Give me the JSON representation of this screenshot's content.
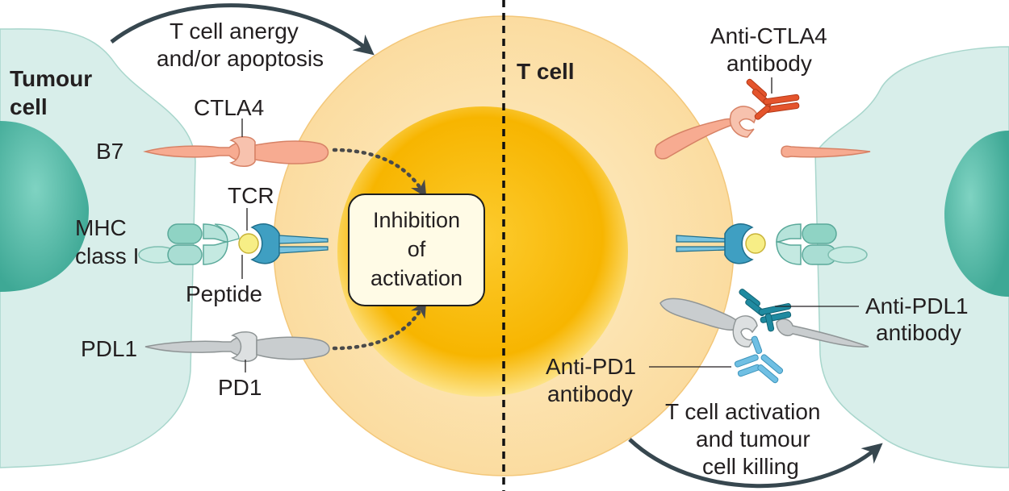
{
  "left_panel": {
    "tumour_cell_line1": "Tumour",
    "tumour_cell_line2": "cell",
    "anergy_line1": "T cell anergy",
    "anergy_line2": "and/or apoptosis",
    "ctla4": "CTLA4",
    "b7": "B7",
    "tcr": "TCR",
    "mhc_line1": "MHC",
    "mhc_line2": "class I",
    "peptide": "Peptide",
    "pdl1": "PDL1",
    "pd1": "PD1",
    "inhibition_line1": "Inhibition",
    "inhibition_line2": "of",
    "inhibition_line3": "activation"
  },
  "right_panel": {
    "t_cell": "T cell",
    "anti_ctla4_line1": "Anti-CTLA4",
    "anti_ctla4_line2": "antibody",
    "anti_pdl1_line1": "Anti-PDL1",
    "anti_pdl1_line2": "antibody",
    "anti_pd1_line1": "Anti-PD1",
    "anti_pd1_line2": "antibody",
    "activation_line1": "T cell activation",
    "activation_line2": "and tumour",
    "activation_line3": "cell killing"
  },
  "colors": {
    "tumour_fill": "#d5ece8",
    "tumour_nucleus": "#4fb8a6",
    "tcell_outer": "#fce6b6",
    "tcell_nucleus": "#f6b400",
    "salmon": "#f6a88e",
    "grey": "#c7cbcd",
    "teal_mhc": "#a9ddd3",
    "tcr_blue": "#3f9fc2",
    "peptide_yellow": "#f7ee86",
    "antibody_red": "#e4542c",
    "antibody_teal": "#1f8aa0",
    "antibody_lightblue": "#6fbfe3",
    "arrow_dark": "#37474f"
  }
}
